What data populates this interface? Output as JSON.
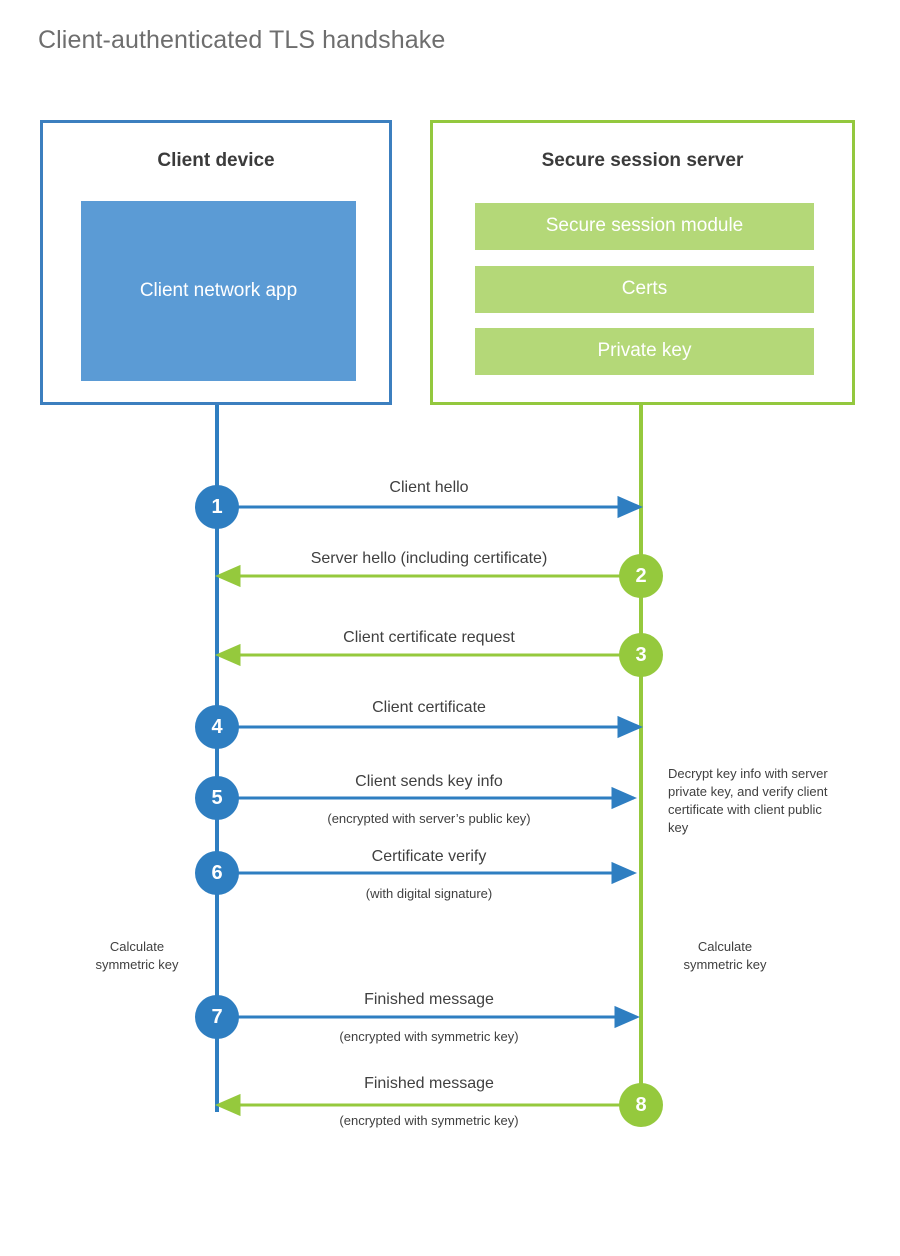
{
  "title": "Client-authenticated TLS handshake",
  "colors": {
    "client_accent": "#2E7EC1",
    "client_box_border": "#3C7FBF",
    "client_app_fill": "#5B9BD5",
    "server_accent": "#95C93D",
    "server_box_border": "#93C83E",
    "server_block_fill": "#B4D878",
    "text": "#404040",
    "title_text": "#6E6E6E",
    "background": "#FFFFFF"
  },
  "parties": {
    "client": {
      "title": "Client device",
      "blocks": [
        "Client network app"
      ]
    },
    "server": {
      "title": "Secure session server",
      "blocks": [
        "Secure session module",
        "Certs",
        "Private key"
      ]
    }
  },
  "steps": [
    {
      "number": "1",
      "origin": "client",
      "direction": "client-to-server",
      "label": "Client hello",
      "sublabel": ""
    },
    {
      "number": "2",
      "origin": "server",
      "direction": "server-to-client",
      "label": "Server hello (including certificate)",
      "sublabel": ""
    },
    {
      "number": "3",
      "origin": "server",
      "direction": "server-to-client",
      "label": "Client certificate request",
      "sublabel": ""
    },
    {
      "number": "4",
      "origin": "client",
      "direction": "client-to-server",
      "label": "Client certificate",
      "sublabel": ""
    },
    {
      "number": "5",
      "origin": "client",
      "direction": "client-to-server",
      "label": "Client sends key info",
      "sublabel": "(encrypted with server’s public key)"
    },
    {
      "number": "6",
      "origin": "client",
      "direction": "client-to-server",
      "label": "Certificate verify",
      "sublabel": "(with digital signature)"
    },
    {
      "number": "7",
      "origin": "client",
      "direction": "client-to-server",
      "label": "Finished message",
      "sublabel": "(encrypted with symmetric key)"
    },
    {
      "number": "8",
      "origin": "server",
      "direction": "server-to-client",
      "label": "Finished message",
      "sublabel": "(encrypted with symmetric key)"
    }
  ],
  "annotations": {
    "server_decrypt_note": "Decrypt key info with server private key, and verify client certificate with client public key",
    "client_calculate_note_line1": "Calculate",
    "client_calculate_note_line2": "symmetric key",
    "server_calculate_note_line1": "Calculate",
    "server_calculate_note_line2": "symmetric key"
  }
}
